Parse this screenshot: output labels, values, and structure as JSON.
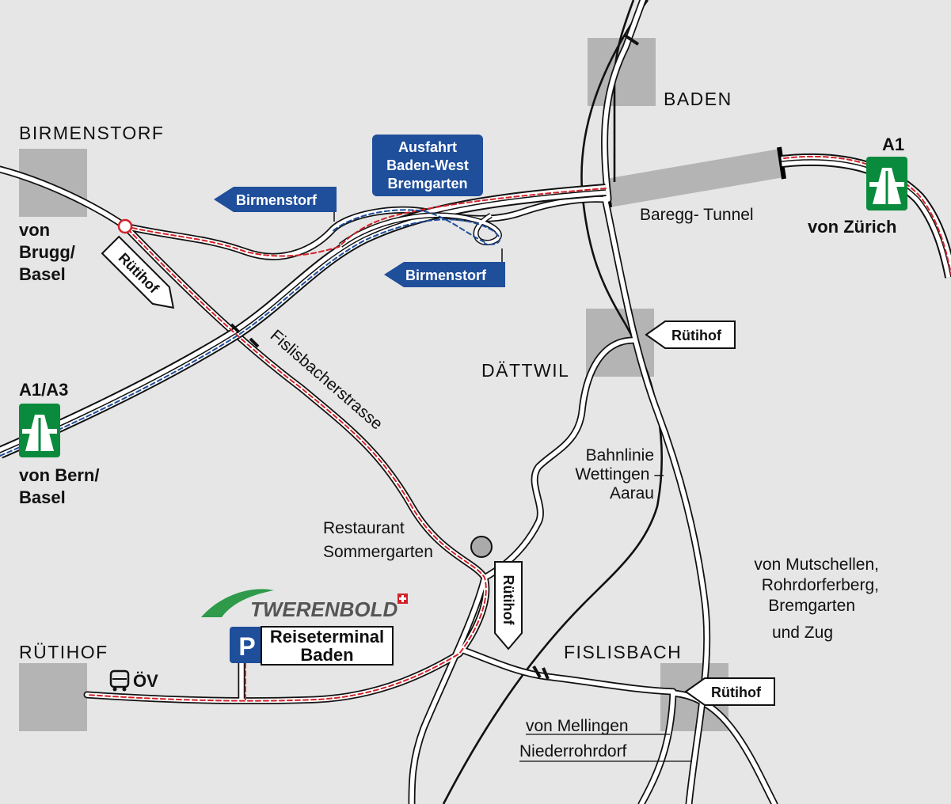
{
  "towns": {
    "baden": "BADEN",
    "birmenstorf": "BIRMENSTORF",
    "daettwil": "DÄTTWIL",
    "fislisbach": "FISLISBACH",
    "ruetihof": "RÜTIHOF"
  },
  "motorway": {
    "a1": "A1",
    "a1a3": "A1/A3",
    "from_zurich": "von Zürich",
    "from_brugg": [
      "von",
      "Brugg/",
      "Basel"
    ],
    "from_bern": [
      "von Bern/",
      "Basel"
    ]
  },
  "signs": {
    "exit": [
      "Ausfahrt",
      "Baden-West",
      "Bremgarten"
    ],
    "birmenstorf_1": "Birmenstorf",
    "birmenstorf_2": "Birmenstorf",
    "ruetihof_1": "Rütihof",
    "ruetihof_2": "Rütihof",
    "ruetihof_3": "Rütihof",
    "ruetihof_4": "Rütihof"
  },
  "labels": {
    "tunnel": "Baregg- Tunnel",
    "street": "Fislisbacherstrasse",
    "railway": [
      "Bahnlinie",
      "Wettingen  –",
      "Aarau"
    ],
    "restaurant": [
      "Restaurant",
      "Sommergarten"
    ],
    "from_mutschellen": [
      "von Mutschellen,",
      "Rohrdorferberg,",
      "Bremgarten",
      "und Zug"
    ],
    "from_mellingen": "von Mellingen",
    "niederrohrdorf": "Niederrohrdorf",
    "public_transport": "ÖV"
  },
  "terminal": {
    "brand": "TWERENBOLD",
    "parking": "P",
    "name": [
      "Reiseterminal",
      "Baden"
    ]
  },
  "colors": {
    "background": "#e6e6e6",
    "town_block": "#b4b4b4",
    "route_red": "#d2232a",
    "route_blue": "#1f4e9b",
    "sign_blue": "#1f4e9b",
    "motorway_green": "#0a8a3c",
    "brand_green": "#2e9a4a"
  }
}
